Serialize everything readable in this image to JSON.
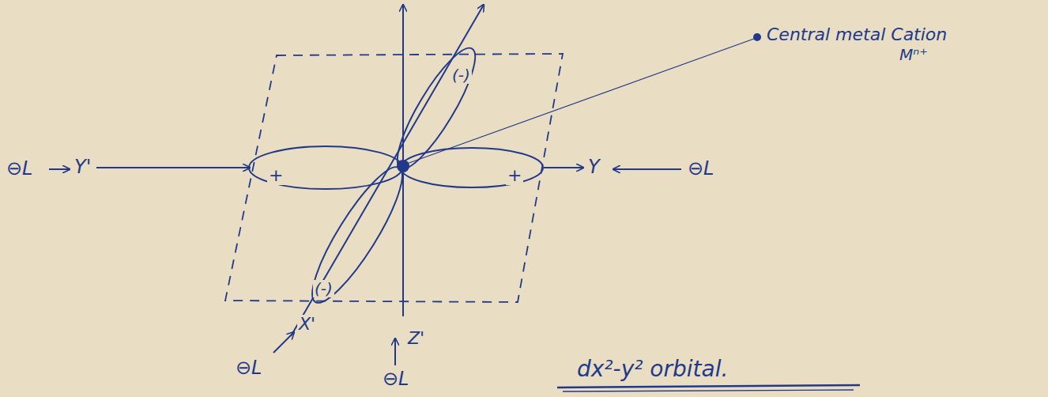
{
  "diagram": {
    "caption": "dx²-y² orbital.",
    "labels": [
      "Central metal Cation",
      "Mⁿ⁺",
      "⊖L",
      "Y'",
      "Y",
      "⊖L",
      "+",
      "+",
      "(-)",
      "(-)",
      "X'",
      "⊖L",
      "Z'",
      "⊖L"
    ]
  }
}
